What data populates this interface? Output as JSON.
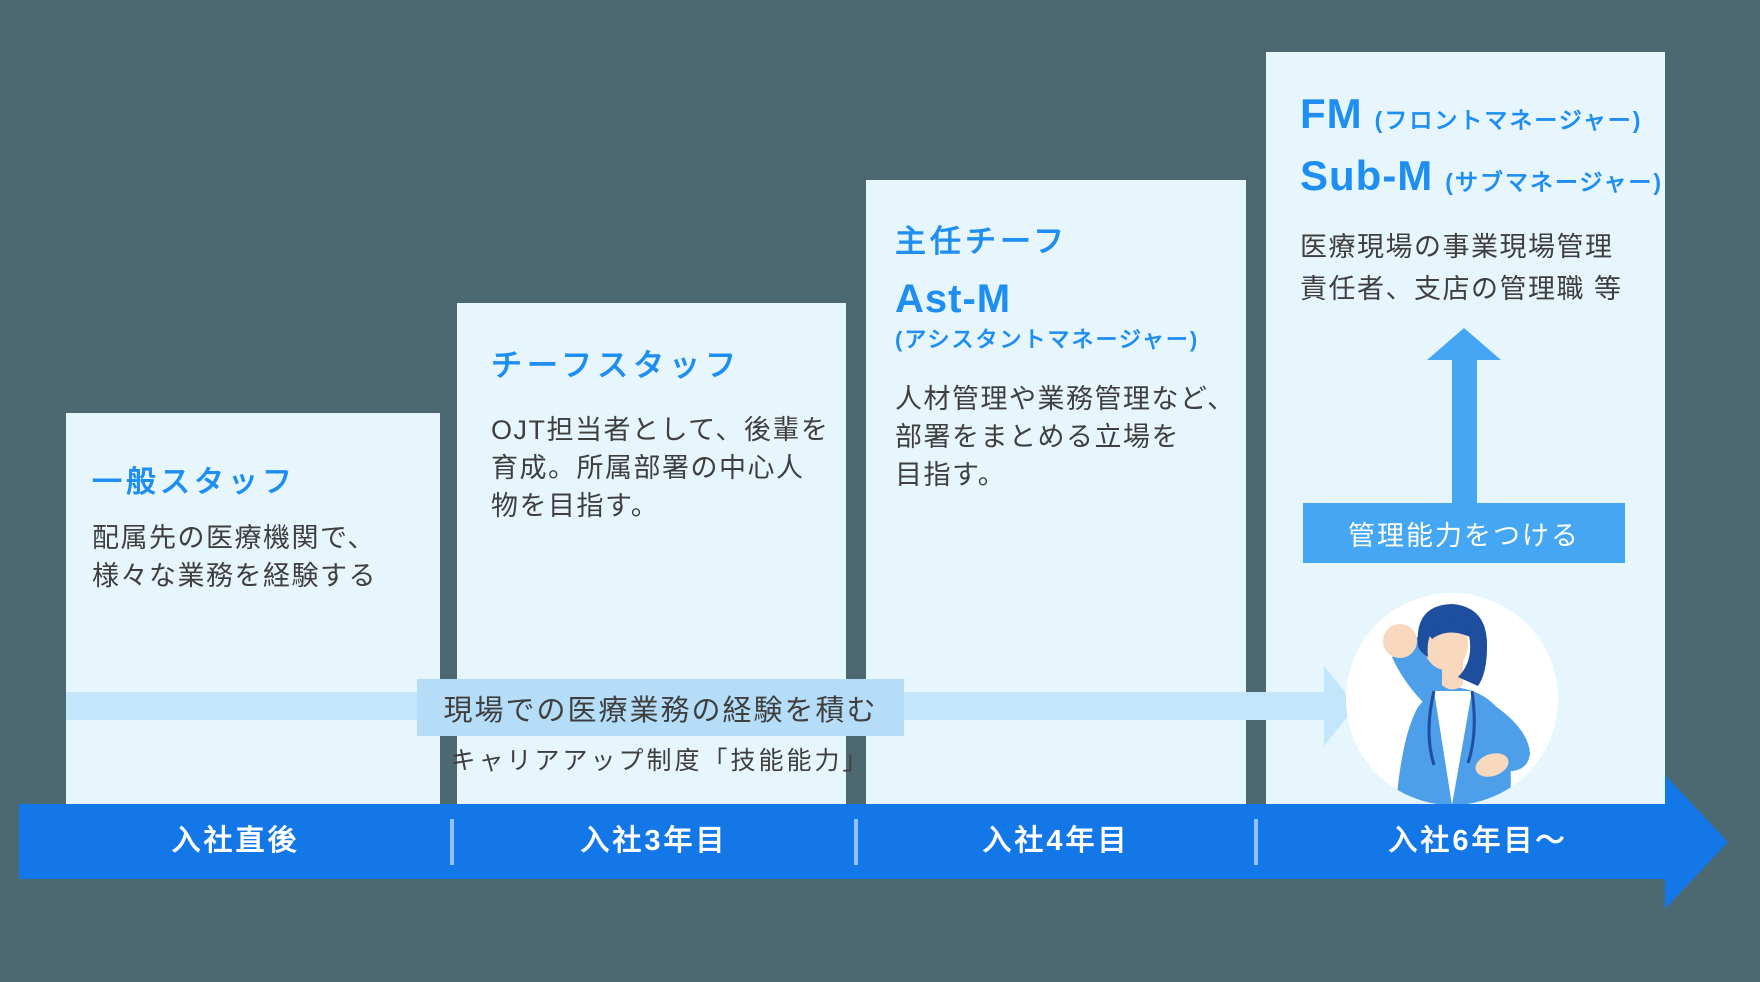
{
  "colors": {
    "background_teal": "#4c6972",
    "stage_box_bg": "#e7f5fd",
    "title_blue": "#1e8ef2",
    "body_text": "#3f3f3f",
    "experience_band_blue": "#b5ddf8",
    "experience_shaft_blue": "#c3e6fb",
    "management_accent_blue": "#45a7f3",
    "timeline_blue": "#1377e8",
    "person_hair": "#1d4f9e",
    "person_jacket": "#4d9fe9",
    "person_skin": "#f9d9bd"
  },
  "stages": [
    {
      "title": "一般スタッフ",
      "body_lines": [
        "配属先の医療機関で、",
        "様々な業務を経験する"
      ]
    },
    {
      "title": "チーフスタッフ",
      "body_lines": [
        "OJT担当者として、後輩を",
        "育成。所属部署の中心人",
        "物を目指す。"
      ]
    },
    {
      "title": "主任チーフ",
      "title2": "Ast-M",
      "title2_note": "(アシスタントマネージャー)",
      "body_lines": [
        "人材管理や業務管理など、",
        "部署をまとめる立場を",
        "目指す。"
      ]
    },
    {
      "title": "FM",
      "title_note": "(フロントマネージャー)",
      "title2": "Sub-M",
      "title2_note": "(サブマネージャー)",
      "body_lines": [
        "医療現場の事業現場管理",
        "責任者、支店の管理職 等"
      ]
    }
  ],
  "experience_arrow": {
    "label": "現場での医療業務の経験を積む",
    "sublabel": "キャリアアップ制度「技能能力」"
  },
  "management_arrow": {
    "label": "管理能力をつける"
  },
  "timeline": {
    "labels": [
      "入社直後",
      "入社3年目",
      "入社4年目",
      "入社6年目〜"
    ]
  }
}
